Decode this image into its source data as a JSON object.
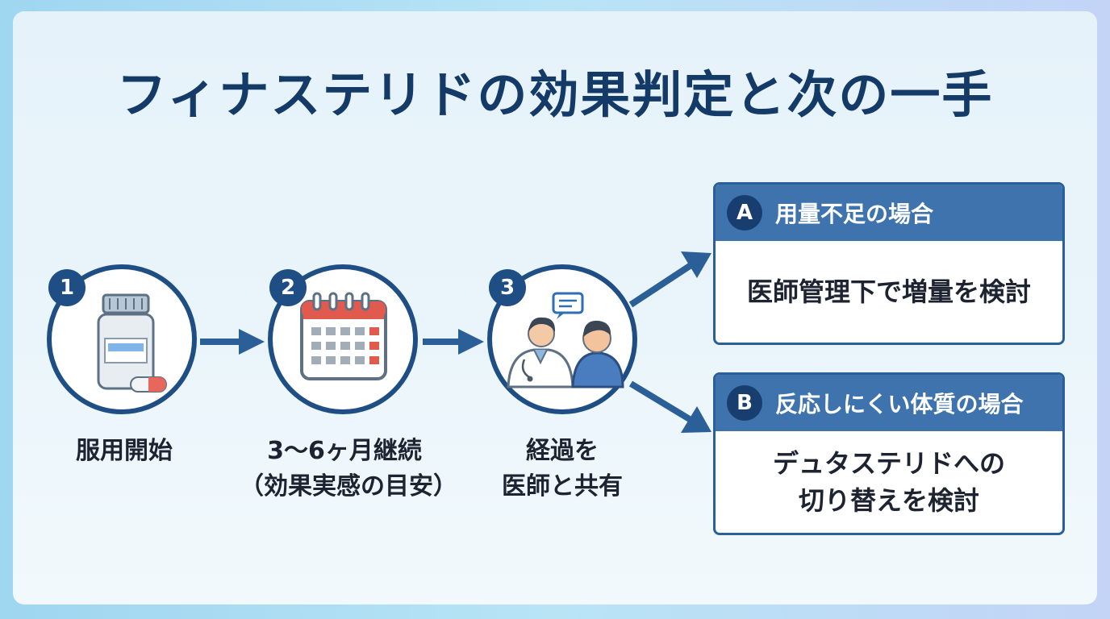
{
  "title": "フィナステリドの効果判定と次の一手",
  "steps": [
    {
      "number": "1",
      "label_lines": [
        "服用開始"
      ],
      "icon": "medicine-bottle-icon"
    },
    {
      "number": "2",
      "label_lines": [
        "3〜6ヶ月継続",
        "（効果実感の目安）"
      ],
      "icon": "calendar-icon"
    },
    {
      "number": "3",
      "label_lines": [
        "経過を",
        "医師と共有"
      ],
      "icon": "doctor-consultation-icon"
    }
  ],
  "outcomes": [
    {
      "badge": "A",
      "title": "用量不足の場合",
      "body_lines": [
        "医師管理下で増量を検討"
      ]
    },
    {
      "badge": "B",
      "title": "反応しにくい体質の場合",
      "body_lines": [
        "デュタステリドへの",
        "切り替えを検討"
      ]
    }
  ],
  "colors": {
    "navy": "#1e4e84",
    "title": "#143a68",
    "box_header": "#3f73ad",
    "calendar_red": "#e05a4e",
    "pill_red": "#e8675c"
  }
}
